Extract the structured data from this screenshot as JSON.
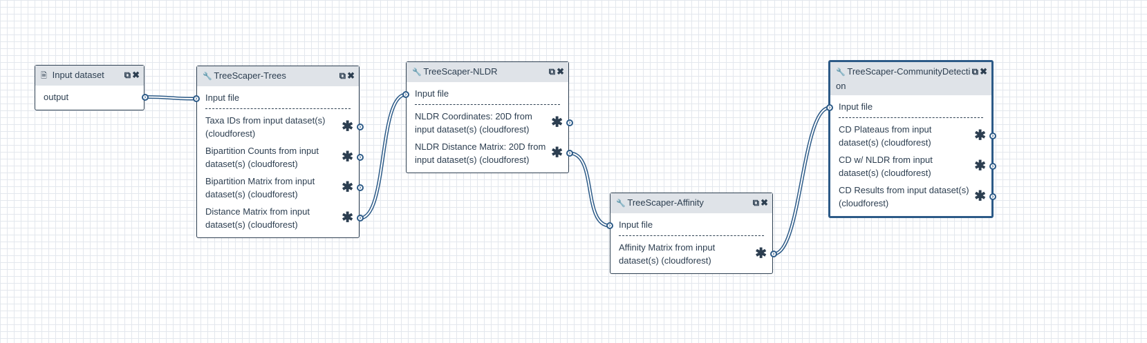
{
  "nodes": {
    "input": {
      "title": "Input dataset",
      "icon": "file-icon",
      "output": "output"
    },
    "trees": {
      "title": "TreeScaper-Trees",
      "icon": "wrench-icon",
      "input": "Input file",
      "outputs": [
        "Taxa IDs from input dataset(s) (cloudforest)",
        "Bipartition Counts from input dataset(s) (cloudforest)",
        "Bipartition Matrix from input dataset(s) (cloudforest)",
        "Distance Matrix from input dataset(s) (cloudforest)"
      ]
    },
    "nldr": {
      "title": "TreeScaper-NLDR",
      "icon": "wrench-icon",
      "input": "Input file",
      "outputs": [
        "NLDR Coordinates: 20D from input dataset(s) (cloudforest)",
        "NLDR Distance Matrix: 20D from input dataset(s) (cloudforest)"
      ]
    },
    "affinity": {
      "title": "TreeScaper-Affinity",
      "icon": "wrench-icon",
      "input": "Input file",
      "outputs": [
        "Affinity Matrix from input dataset(s) (cloudforest)"
      ]
    },
    "cd": {
      "title": "TreeScaper-CommunityDetection",
      "icon": "wrench-icon",
      "input": "Input file",
      "outputs": [
        "CD Plateaus from input dataset(s) (cloudforest)",
        "CD w/ NLDR from input dataset(s) (cloudforest)",
        "CD Results from input dataset(s) (cloudforest)"
      ]
    }
  },
  "icons": {
    "copy": "copy-icon",
    "close": "close-icon",
    "required": "asterisk-icon"
  },
  "colors": {
    "grid": "#e3e7ed",
    "border": "#2c3e50",
    "header": "#dfe3e8",
    "link": "#2c5a87"
  }
}
